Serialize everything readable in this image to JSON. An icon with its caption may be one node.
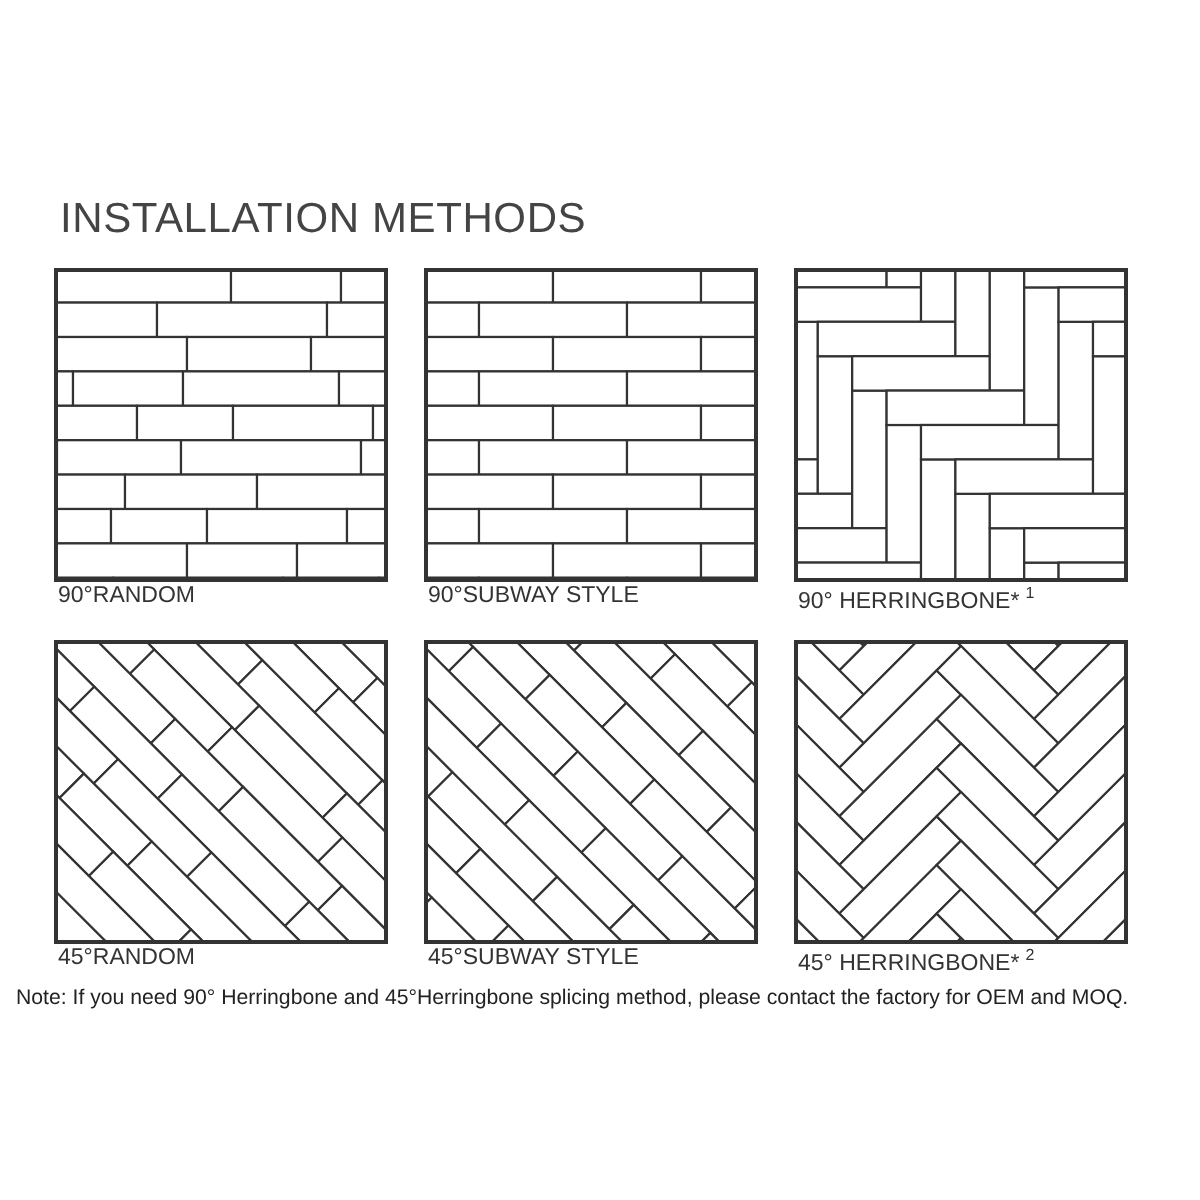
{
  "diagram": {
    "title": "INSTALLATION METHODS",
    "labels": [
      "90°RANDOM",
      "90°SUBWAY STYLE",
      "90° HERRINGBONE*$^{1}$",
      "45°RANDOM",
      "45°SUBWAY STYLE",
      "45° HERRINGBONE*$^{2}$",
      "Note:  If you need 90° Herringbone and 45°Herringbone splicing method, please contact the factory for OEM and MOQ."
    ]
  }
}
